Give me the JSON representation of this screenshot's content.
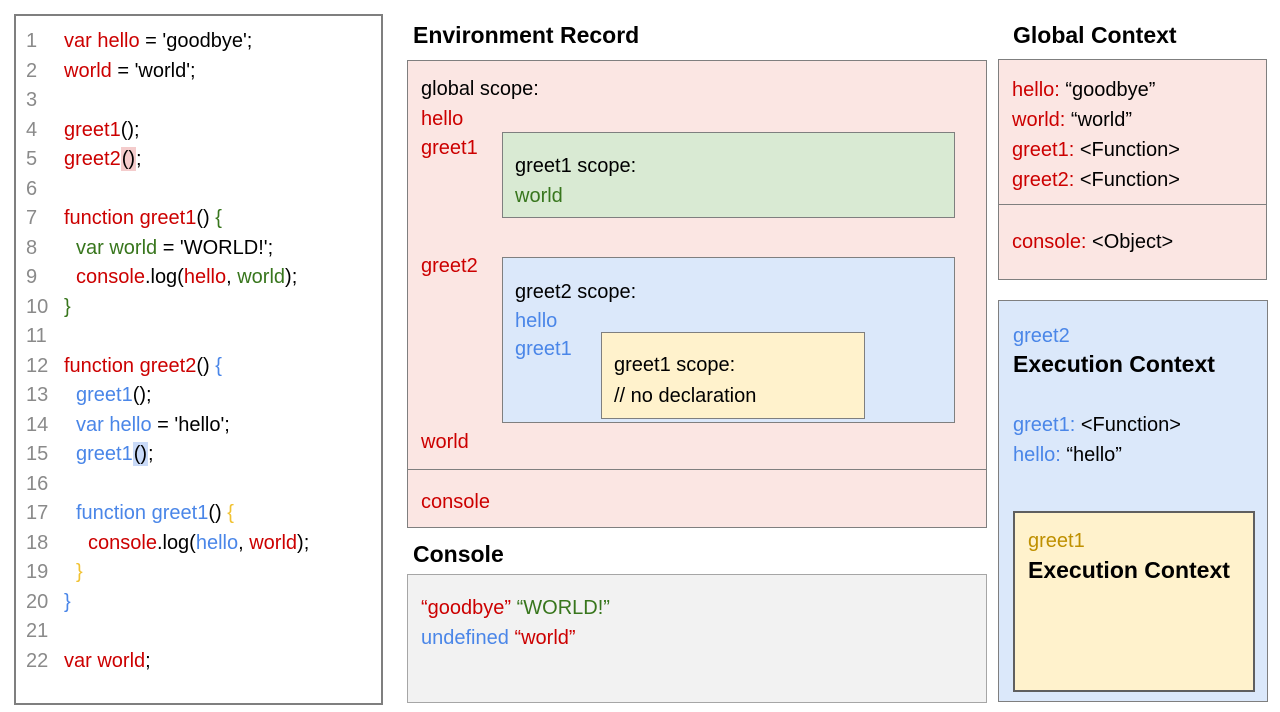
{
  "titles": {
    "environment_record": "Environment Record",
    "console": "Console",
    "global_context": "Global Context"
  },
  "code_panel": {
    "lines": [
      {
        "n": "1",
        "indent": 0,
        "seg": [
          {
            "c": "red",
            "t": "var hello"
          },
          {
            "c": "black",
            "t": " = 'goodbye';"
          }
        ]
      },
      {
        "n": "2",
        "indent": 0,
        "seg": [
          {
            "c": "red",
            "t": "world"
          },
          {
            "c": "black",
            "t": " = 'world';"
          }
        ]
      },
      {
        "n": "3",
        "indent": 0,
        "seg": []
      },
      {
        "n": "4",
        "indent": 0,
        "seg": [
          {
            "c": "red",
            "t": "greet1"
          },
          {
            "c": "black",
            "t": "();"
          }
        ]
      },
      {
        "n": "5",
        "indent": 0,
        "seg": [
          {
            "c": "red",
            "t": "greet2"
          },
          {
            "c": "black",
            "t": "()",
            "hl": "pink"
          },
          {
            "c": "black",
            "t": ";"
          }
        ]
      },
      {
        "n": "6",
        "indent": 0,
        "seg": []
      },
      {
        "n": "7",
        "indent": 0,
        "seg": [
          {
            "c": "red",
            "t": "function greet1"
          },
          {
            "c": "black",
            "t": "() "
          },
          {
            "c": "green",
            "t": "{"
          }
        ]
      },
      {
        "n": "8",
        "indent": 1,
        "seg": [
          {
            "c": "green",
            "t": "var world"
          },
          {
            "c": "black",
            "t": " = 'WORLD!';"
          }
        ]
      },
      {
        "n": "9",
        "indent": 1,
        "seg": [
          {
            "c": "red",
            "t": "console"
          },
          {
            "c": "black",
            "t": ".log("
          },
          {
            "c": "red",
            "t": "hello"
          },
          {
            "c": "black",
            "t": ", "
          },
          {
            "c": "green",
            "t": "world"
          },
          {
            "c": "black",
            "t": ");"
          }
        ]
      },
      {
        "n": "10",
        "indent": 0,
        "seg": [
          {
            "c": "green",
            "t": "}"
          }
        ]
      },
      {
        "n": "11",
        "indent": 0,
        "seg": []
      },
      {
        "n": "12",
        "indent": 0,
        "seg": [
          {
            "c": "red",
            "t": "function greet2"
          },
          {
            "c": "black",
            "t": "() "
          },
          {
            "c": "blue",
            "t": "{"
          }
        ]
      },
      {
        "n": "13",
        "indent": 1,
        "seg": [
          {
            "c": "blue",
            "t": "greet1"
          },
          {
            "c": "black",
            "t": "();"
          }
        ]
      },
      {
        "n": "14",
        "indent": 1,
        "seg": [
          {
            "c": "blue",
            "t": "var hello"
          },
          {
            "c": "black",
            "t": " = 'hello';"
          }
        ]
      },
      {
        "n": "15",
        "indent": 1,
        "seg": [
          {
            "c": "blue",
            "t": "greet1"
          },
          {
            "c": "black",
            "t": "()",
            "hl": "blue"
          },
          {
            "c": "black",
            "t": ";"
          }
        ]
      },
      {
        "n": "16",
        "indent": 0,
        "seg": []
      },
      {
        "n": "17",
        "indent": 1,
        "seg": [
          {
            "c": "blue",
            "t": "function greet1"
          },
          {
            "c": "black",
            "t": "() "
          },
          {
            "c": "gold",
            "t": "{"
          }
        ]
      },
      {
        "n": "18",
        "indent": 2,
        "seg": [
          {
            "c": "red",
            "t": "console"
          },
          {
            "c": "black",
            "t": ".log("
          },
          {
            "c": "blue",
            "t": "hello"
          },
          {
            "c": "black",
            "t": ", "
          },
          {
            "c": "red",
            "t": "world"
          },
          {
            "c": "black",
            "t": ");"
          }
        ]
      },
      {
        "n": "19",
        "indent": 1,
        "seg": [
          {
            "c": "gold",
            "t": "}"
          }
        ]
      },
      {
        "n": "20",
        "indent": 0,
        "seg": [
          {
            "c": "blue",
            "t": "}"
          }
        ]
      },
      {
        "n": "21",
        "indent": 0,
        "seg": []
      },
      {
        "n": "22",
        "indent": 0,
        "seg": [
          {
            "c": "red",
            "t": "var world"
          },
          {
            "c": "black",
            "t": ";"
          }
        ]
      }
    ]
  },
  "environment_record": {
    "global_scope_label": "global scope:",
    "hello_label": "hello",
    "greet1_label": "greet1",
    "greet2_label": "greet2",
    "world_label": "world",
    "console_label": "console",
    "greet1_scope": {
      "label": "greet1 scope:",
      "vars": [
        {
          "c": "green",
          "t": "world"
        }
      ]
    },
    "greet2_scope": {
      "label": "greet2 scope:",
      "vars": [
        {
          "c": "blue",
          "t": "hello"
        },
        {
          "c": "blue",
          "t": "greet1"
        }
      ]
    },
    "inner_greet1_scope": {
      "label": "greet1 scope:",
      "comment": "// no declaration"
    }
  },
  "console_output": {
    "lines": [
      [
        {
          "c": "red",
          "t": "“goodbye”"
        },
        {
          "c": "black",
          "t": " "
        },
        {
          "c": "green",
          "t": "“WORLD!”"
        }
      ],
      [
        {
          "c": "blue",
          "t": "undefined"
        },
        {
          "c": "black",
          "t": " "
        },
        {
          "c": "red",
          "t": "“world”"
        }
      ]
    ]
  },
  "global_context": {
    "vars": [
      {
        "key": "hello:",
        "value": "“goodbye”"
      },
      {
        "key": "world:",
        "value": "“world”"
      },
      {
        "key": "greet1:",
        "value": "<Function>"
      },
      {
        "key": "greet2:",
        "value": "<Function>"
      }
    ],
    "builtins": [
      {
        "key": "console:",
        "value": "<Object>"
      }
    ]
  },
  "greet2_execution_context": {
    "name": "greet2",
    "label": "Execution Context",
    "vars": [
      {
        "key": "greet1:",
        "value": "<Function>"
      },
      {
        "key": "hello:",
        "value": "“hello”"
      }
    ]
  },
  "greet1_execution_context": {
    "name": "greet1",
    "label": "Execution Context"
  },
  "colors": {
    "red": "#cc0000",
    "green": "#38761d",
    "blue": "#4a86e8",
    "gold_brace": "#f1c232",
    "gold_label": "#bf9000",
    "pink_fill": "#fbe6e3",
    "green_fill": "#d9ead3",
    "blue_fill": "#dbe8fa",
    "yellow_fill": "#fff2cc",
    "console_fill": "#f2f2f2",
    "highlight_pink": "#f4cccc",
    "highlight_blue": "#c9daf8"
  }
}
